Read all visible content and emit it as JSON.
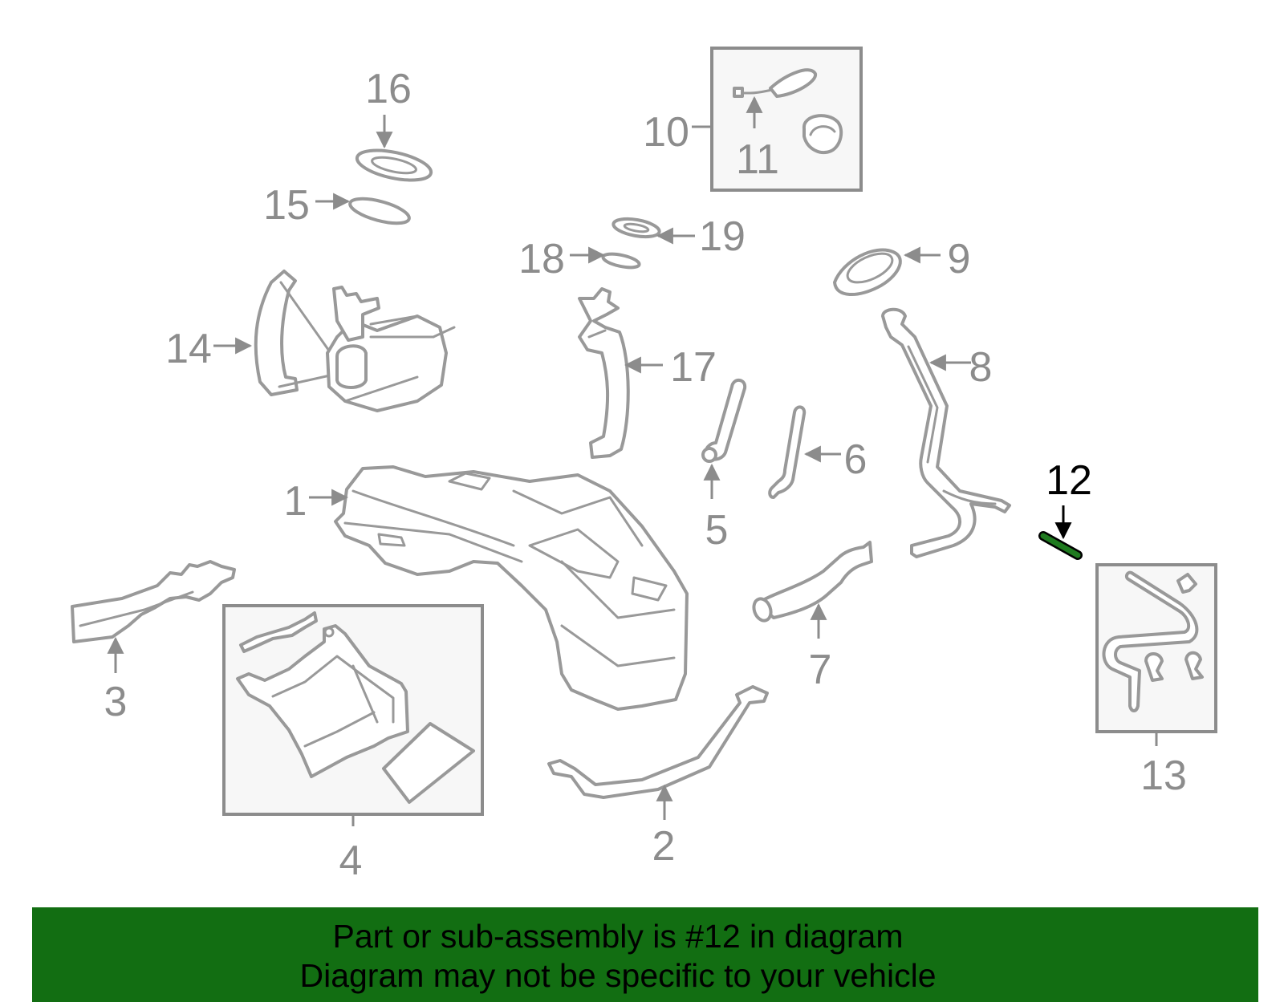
{
  "diagram": {
    "labels": {
      "p1": "1",
      "p2": "2",
      "p3": "3",
      "p4": "4",
      "p5": "5",
      "p6": "6",
      "p7": "7",
      "p8": "8",
      "p9": "9",
      "p10": "10",
      "p11": "11",
      "p12": "12",
      "p13": "13",
      "p14": "14",
      "p15": "15",
      "p16": "16",
      "p17": "17",
      "p18": "18",
      "p19": "19"
    },
    "highlighted_part": "12",
    "colors": {
      "part_stroke": "#999999",
      "label_gray": "#8c8c8c",
      "highlight_part": "#1f7a1f",
      "banner_bg": "#126e12"
    }
  },
  "banner": {
    "line1": "Part or sub-assembly is #12 in diagram",
    "line2": "Diagram may not be specific to your vehicle"
  }
}
